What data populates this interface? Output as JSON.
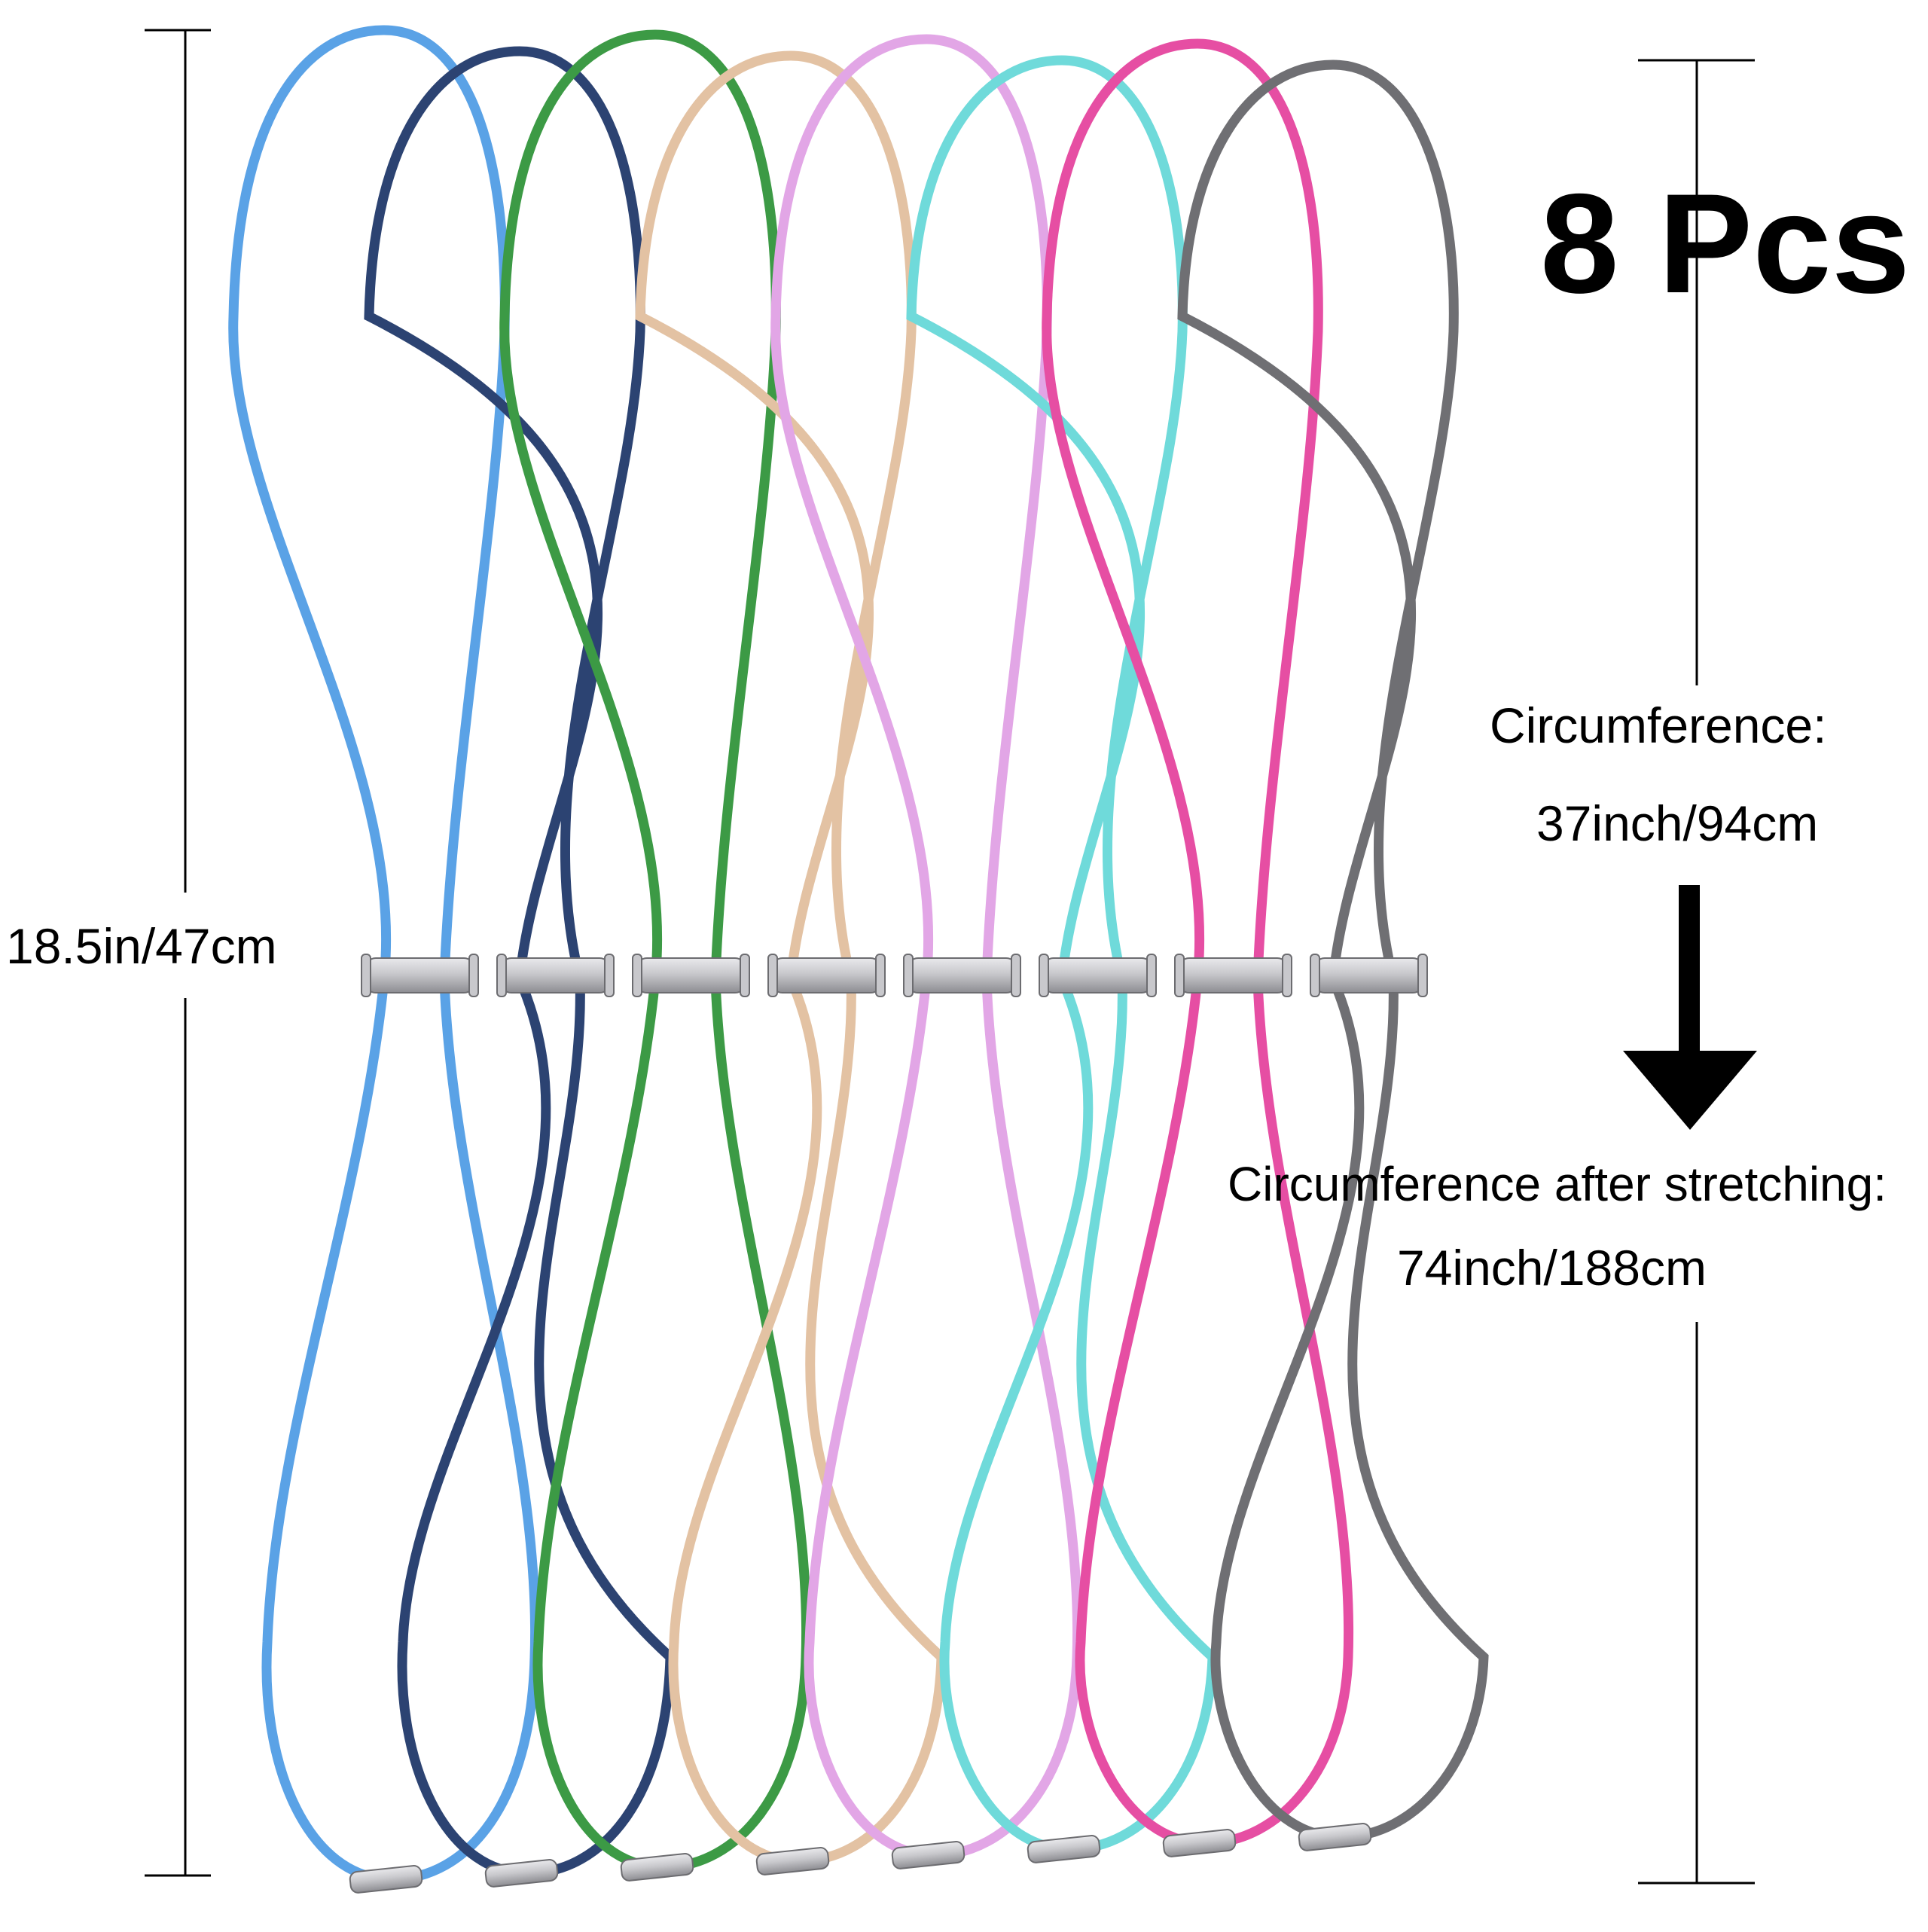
{
  "annotations": {
    "height": "18.5in/47cm",
    "count": "8 Pcs",
    "circumference_label": "Circumference:",
    "circumference_value": "37inch/94cm",
    "stretched_label": "Circumference after stretching:",
    "stretched_value": "74inch/188cm"
  },
  "headbands": [
    {
      "color": "#5aa2e6"
    },
    {
      "color": "#2c4372"
    },
    {
      "color": "#3c9a45"
    },
    {
      "color": "#e3c2a3"
    },
    {
      "color": "#e2a6e6"
    },
    {
      "color": "#6fdada"
    },
    {
      "color": "#e64ea3"
    },
    {
      "color": "#6f6f73"
    }
  ],
  "colors": {
    "text": "#000000",
    "background": "#ffffff",
    "metal": "#c8c8cc"
  }
}
